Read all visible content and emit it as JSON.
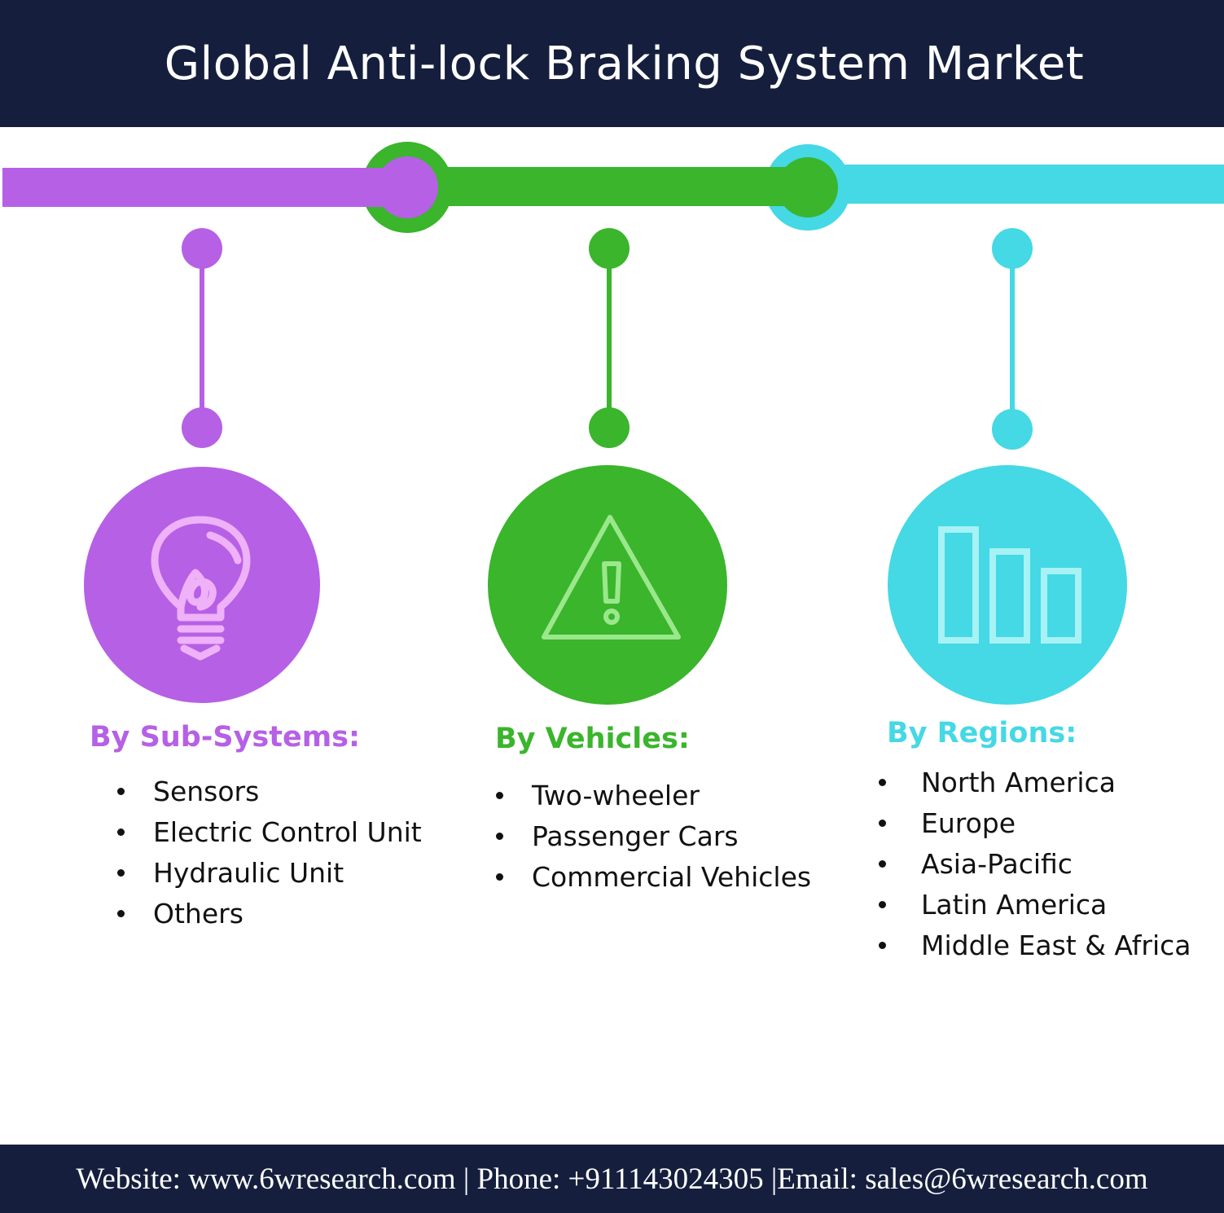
{
  "title": "Global Anti-lock Braking System Market",
  "colors": {
    "navy": "#151f3d",
    "purple": "#b660e6",
    "green": "#3ab52c",
    "cyan": "#45d8e5"
  },
  "segments": [
    {
      "heading": "By Sub-Systems:",
      "icon": "lightbulb-icon",
      "items": [
        "Sensors",
        "Electric Control Unit",
        "Hydraulic Unit",
        "Others"
      ]
    },
    {
      "heading": "By Vehicles:",
      "icon": "warning-triangle-icon",
      "items": [
        "Two-wheeler",
        "Passenger Cars",
        "Commercial Vehicles"
      ]
    },
    {
      "heading": "By Regions:",
      "icon": "bar-chart-icon",
      "items": [
        "North America",
        "Europe",
        "Asia-Pacific",
        "Latin America",
        "Middle East & Africa"
      ]
    }
  ],
  "footer": "Website: www.6wresearch.com | Phone: +911143024305 |Email: sales@6wresearch.com"
}
